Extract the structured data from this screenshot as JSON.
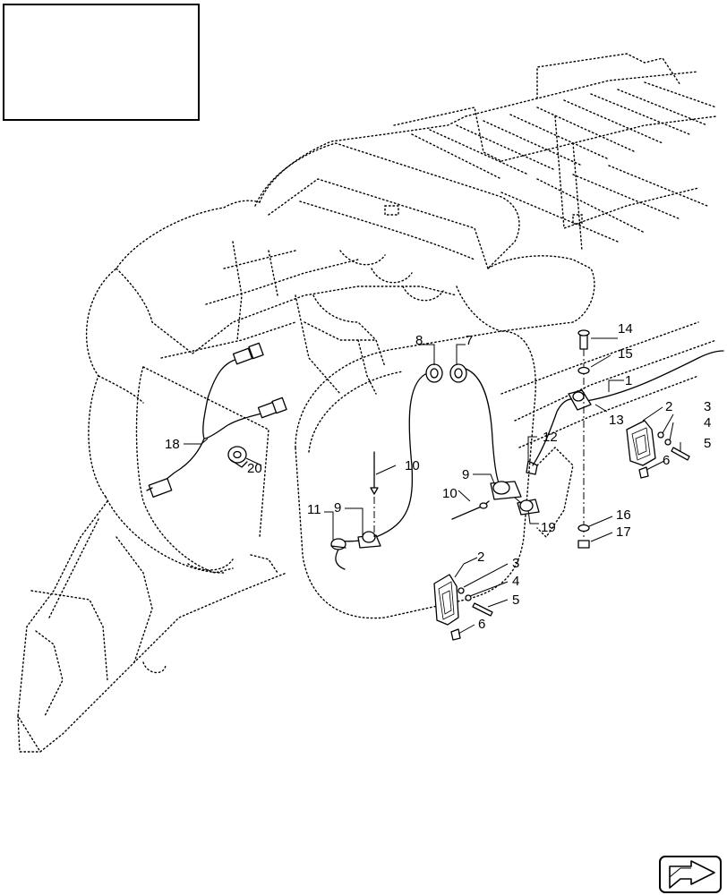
{
  "callouts": {
    "c1": "1",
    "c2a": "2",
    "c2b": "2",
    "c3a": "3",
    "c3b": "3",
    "c4a": "4",
    "c4b": "4",
    "c5a": "5",
    "c5b": "5",
    "c6a": "6",
    "c6b": "6",
    "c7": "7",
    "c8": "8",
    "c9a": "9",
    "c9b": "9",
    "c10a": "10",
    "c10b": "10",
    "c11": "11",
    "c12": "12",
    "c13": "13",
    "c14": "14",
    "c15": "15",
    "c16": "16",
    "c17": "17",
    "c18": "18",
    "c19": "19",
    "c20": "20"
  },
  "icons": {
    "nav": "next-page-arrow-icon"
  }
}
